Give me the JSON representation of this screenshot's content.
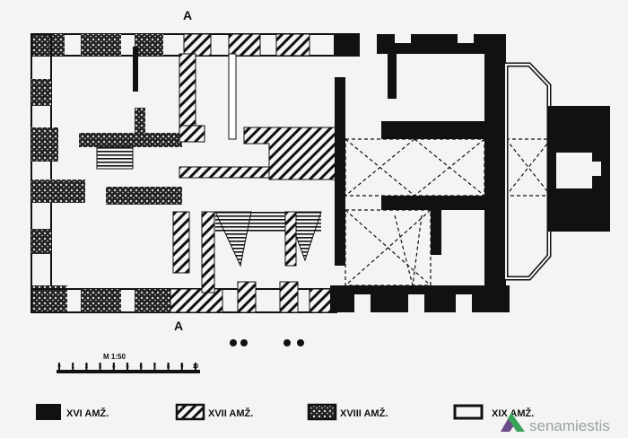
{
  "plan": {
    "section_marks": [
      "A",
      "A"
    ]
  },
  "scale": {
    "label": "M 1:50",
    "ticks": [
      "0",
      "1",
      "2",
      "3",
      "4",
      "5",
      "6",
      "7",
      "8",
      "9",
      "10"
    ]
  },
  "legend": [
    {
      "pattern": "solid",
      "label": "XVI AMŽ."
    },
    {
      "pattern": "hatch",
      "label": "XVII AMŽ."
    },
    {
      "pattern": "stipple",
      "label": "XVIII AMŽ."
    },
    {
      "pattern": "outline",
      "label": "XIX AMŽ."
    }
  ],
  "watermark": {
    "text": "senamiestis",
    "colors": {
      "green": "#3aa35a",
      "purple": "#6b4a8a"
    }
  }
}
